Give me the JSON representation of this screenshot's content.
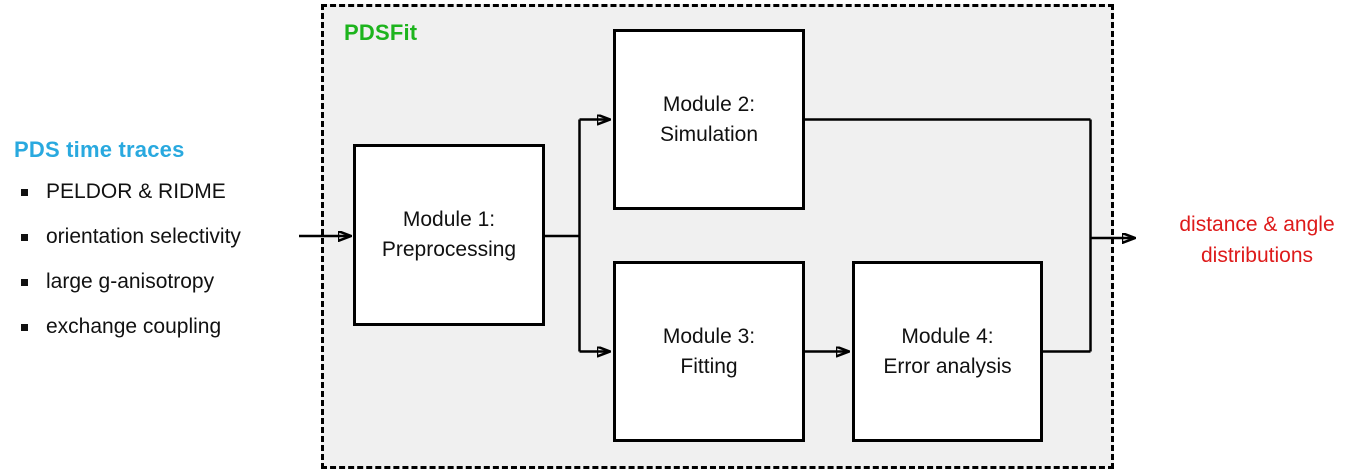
{
  "input": {
    "heading": "PDS time traces",
    "items": [
      "PELDOR & RIDME",
      "orientation selectivity",
      "large g-anisotropy",
      "exchange coupling"
    ]
  },
  "pdsfit": {
    "title": "PDSFit",
    "modules": [
      {
        "line1": "Module 1:",
        "line2": "Preprocessing"
      },
      {
        "line1": "Module 2:",
        "line2": "Simulation"
      },
      {
        "line1": "Module 3:",
        "line2": "Fitting"
      },
      {
        "line1": "Module 4:",
        "line2": "Error analysis"
      }
    ]
  },
  "output": {
    "line1": "distance & angle",
    "line2": "distributions"
  },
  "colors": {
    "accent_blue": "#29a9df",
    "accent_green": "#1db41d",
    "accent_red": "#de1a1a",
    "panel_bg": "#f0f0f0",
    "line_black": "#000000"
  }
}
